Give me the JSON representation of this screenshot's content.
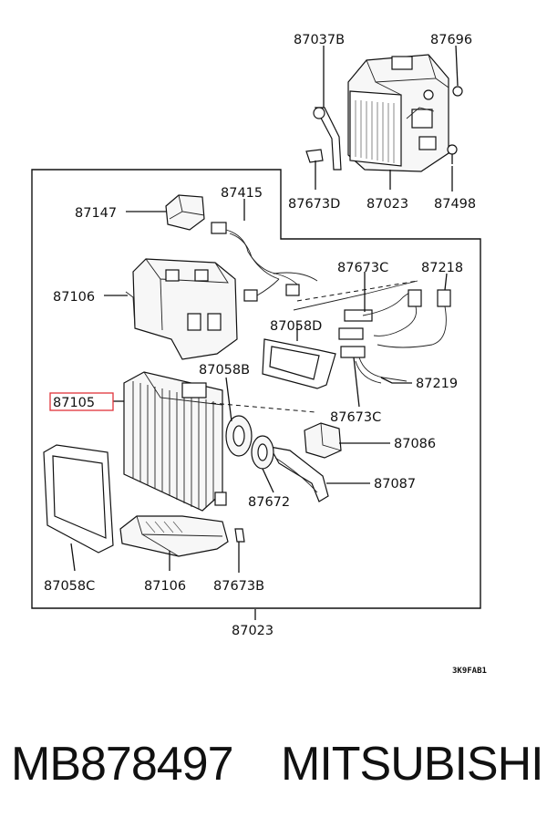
{
  "labels": {
    "l87037B": "87037B",
    "l87696": "87696",
    "l87673D": "87673D",
    "l87023top": "87023",
    "l87498": "87498",
    "l87147": "87147",
    "l87415": "87415",
    "l87106top": "87106",
    "l87673Ctop": "87673C",
    "l87218": "87218",
    "l87058D": "87058D",
    "l87219": "87219",
    "l87058B": "87058B",
    "l87105": "87105",
    "l87673Cbot": "87673C",
    "l87086": "87086",
    "l87087": "87087",
    "l87672": "87672",
    "l87058C": "87058C",
    "l87106bot": "87106",
    "l87673B": "87673B",
    "l87023bot": "87023"
  },
  "diagram_code": "3K9FAB1",
  "footer": {
    "part_number": "MB878497",
    "brand": "MITSUBISHI"
  },
  "colors": {
    "highlight": "#e0323a",
    "ink": "#111111"
  }
}
